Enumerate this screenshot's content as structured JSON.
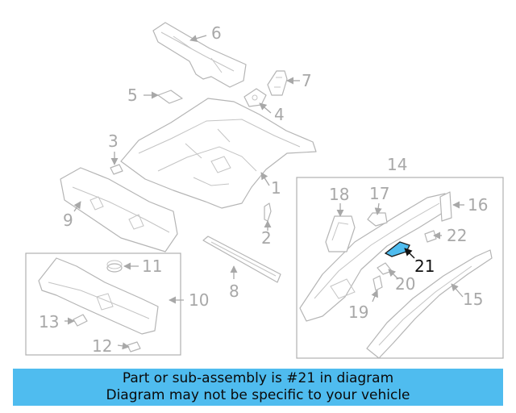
{
  "labels": {
    "l1": "1",
    "l2": "2",
    "l3": "3",
    "l4": "4",
    "l5": "5",
    "l6": "6",
    "l7": "7",
    "l8": "8",
    "l9": "9",
    "l10": "10",
    "l11": "11",
    "l12": "12",
    "l13": "13",
    "l14": "14",
    "l15": "15",
    "l16": "16",
    "l17": "17",
    "l18": "18",
    "l19": "19",
    "l20": "20",
    "l21": "21",
    "l22": "22"
  },
  "highlight": {
    "part": "21",
    "color": "#4fbcef"
  },
  "banner": {
    "line1": "Part or sub-assembly is #21 in diagram",
    "line2": "Diagram may not be specific to your vehicle",
    "background": "#4fbcef"
  }
}
